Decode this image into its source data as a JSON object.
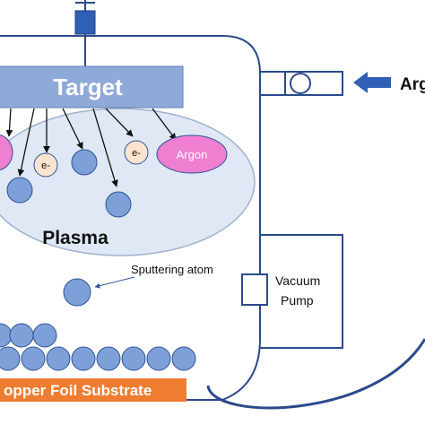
{
  "labels": {
    "target": "Target",
    "electron": "e-",
    "argon": "Argon",
    "plasma": "Plasma",
    "sputtering_atom": "Sputtering atom",
    "vacuum_pump_line1": "Vacuum",
    "vacuum_pump_line2": "Pump",
    "argon_inlet": "Arg",
    "substrate": "opper Foil Substrate"
  },
  "colors": {
    "chamber_line": "#2a4a8c",
    "target_fill": "#8fa9d9",
    "target_text": "#ffffff",
    "plasma_fill": "#dfe8f4",
    "plasma_stroke": "#9fb2cc",
    "atom_fill": "#7ea0d8",
    "atom_stroke": "#2f5597",
    "electron_fill": "#fbe3cf",
    "argon_fill": "#ef7fd0",
    "argon_text": "#ffffff",
    "substrate_fill": "#ee7d31",
    "substrate_text": "#ffffff",
    "arrow_fill": "#2f5fb7",
    "valve_fill": "#2f5fb7"
  }
}
